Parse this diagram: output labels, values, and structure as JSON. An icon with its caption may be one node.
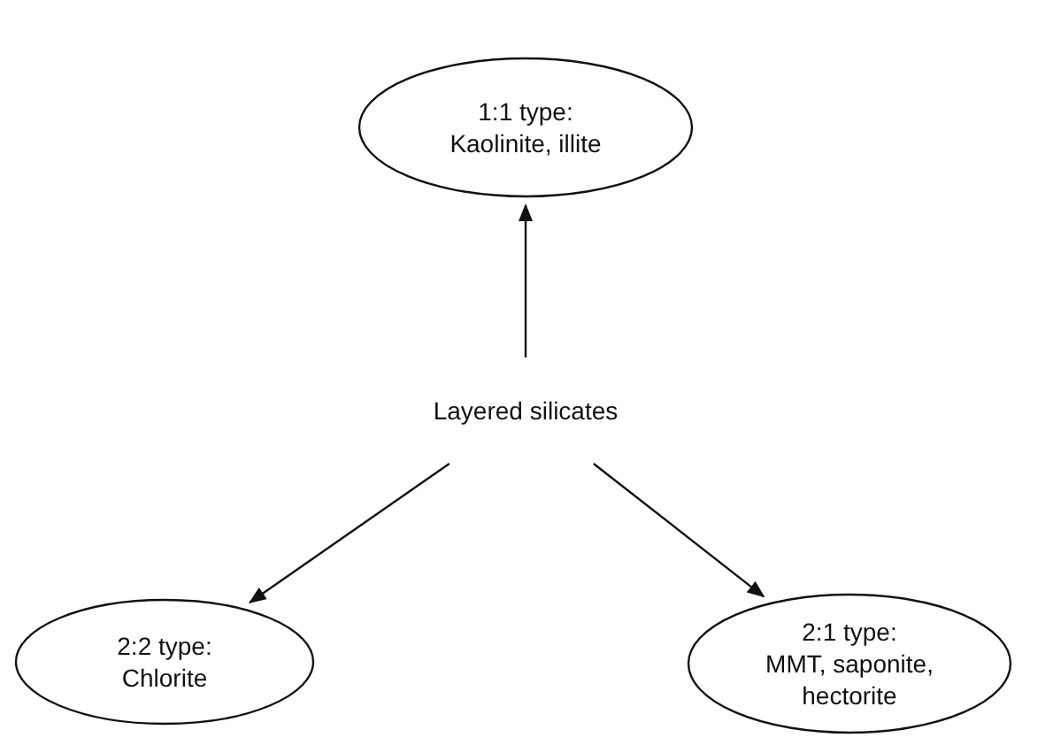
{
  "diagram": {
    "nodes": [
      {
        "text": [
          "1:1 type:",
          "Kaolinite, illite"
        ]
      },
      {
        "text": [
          "Layered silicates"
        ]
      },
      {
        "text": [
          "2:2 type:",
          "Chlorite"
        ]
      },
      {
        "text": [
          "2:1 type:",
          "MMT, saponite, hectorite"
        ]
      }
    ],
    "edges": [
      {
        "from": 1,
        "to": 0,
        "arrow": "to"
      },
      {
        "from": 1,
        "to": 2,
        "arrow": "to"
      },
      {
        "from": 1,
        "to": 3,
        "arrow": "to"
      }
    ]
  }
}
